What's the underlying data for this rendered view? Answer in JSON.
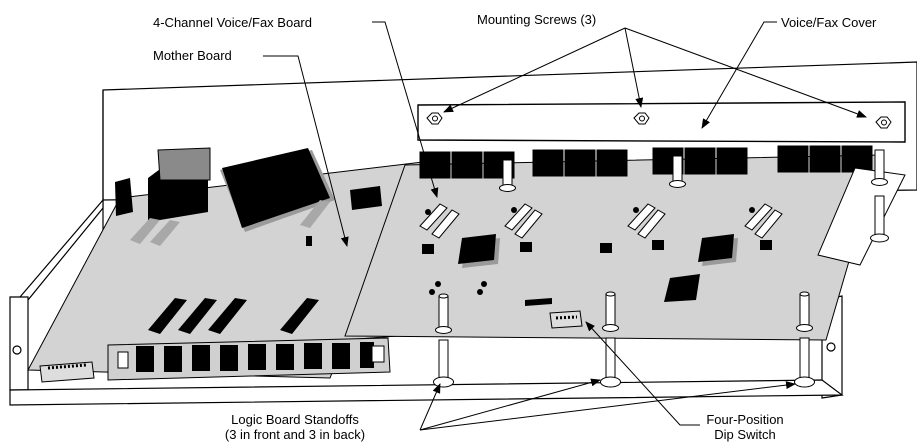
{
  "labels": {
    "voice_fax_board": "4-Channel Voice/Fax Board",
    "mother_board": "Mother Board",
    "mounting_screws": "Mounting Screws (3)",
    "voice_fax_cover": "Voice/Fax Cover",
    "standoffs_line1": "Logic Board Standoffs",
    "standoffs_line2": "(3 in front and 3 in back)",
    "dip_line1": "Four-Position",
    "dip_line2": "Dip Switch"
  },
  "colors": {
    "line": "#000000",
    "board": "#d3d3d3",
    "chip": "#000000",
    "chip_shadow": "#9a9a9a",
    "chassis": "#ffffff"
  }
}
